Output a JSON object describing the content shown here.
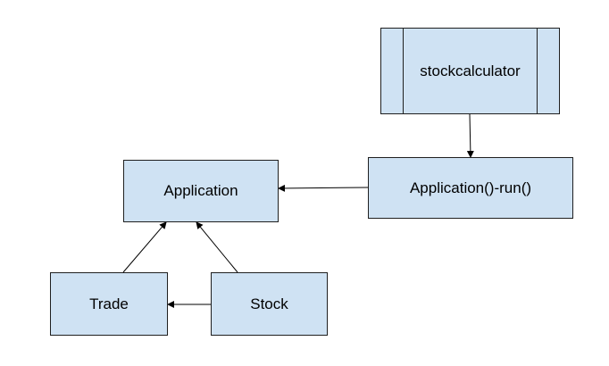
{
  "nodes": {
    "stockcalculator": "stockcalculator",
    "run": "Application()-run()",
    "application": "Application",
    "trade": "Trade",
    "stock": "Stock"
  },
  "colors": {
    "box_fill": "#cfe2f3",
    "box_border": "#1f1f1f",
    "edge": "#000000"
  },
  "edges": [
    {
      "from": "stockcalculator",
      "to": "run"
    },
    {
      "from": "run",
      "to": "application"
    },
    {
      "from": "trade",
      "to": "application"
    },
    {
      "from": "stock",
      "to": "application"
    },
    {
      "from": "stock",
      "to": "trade"
    }
  ]
}
